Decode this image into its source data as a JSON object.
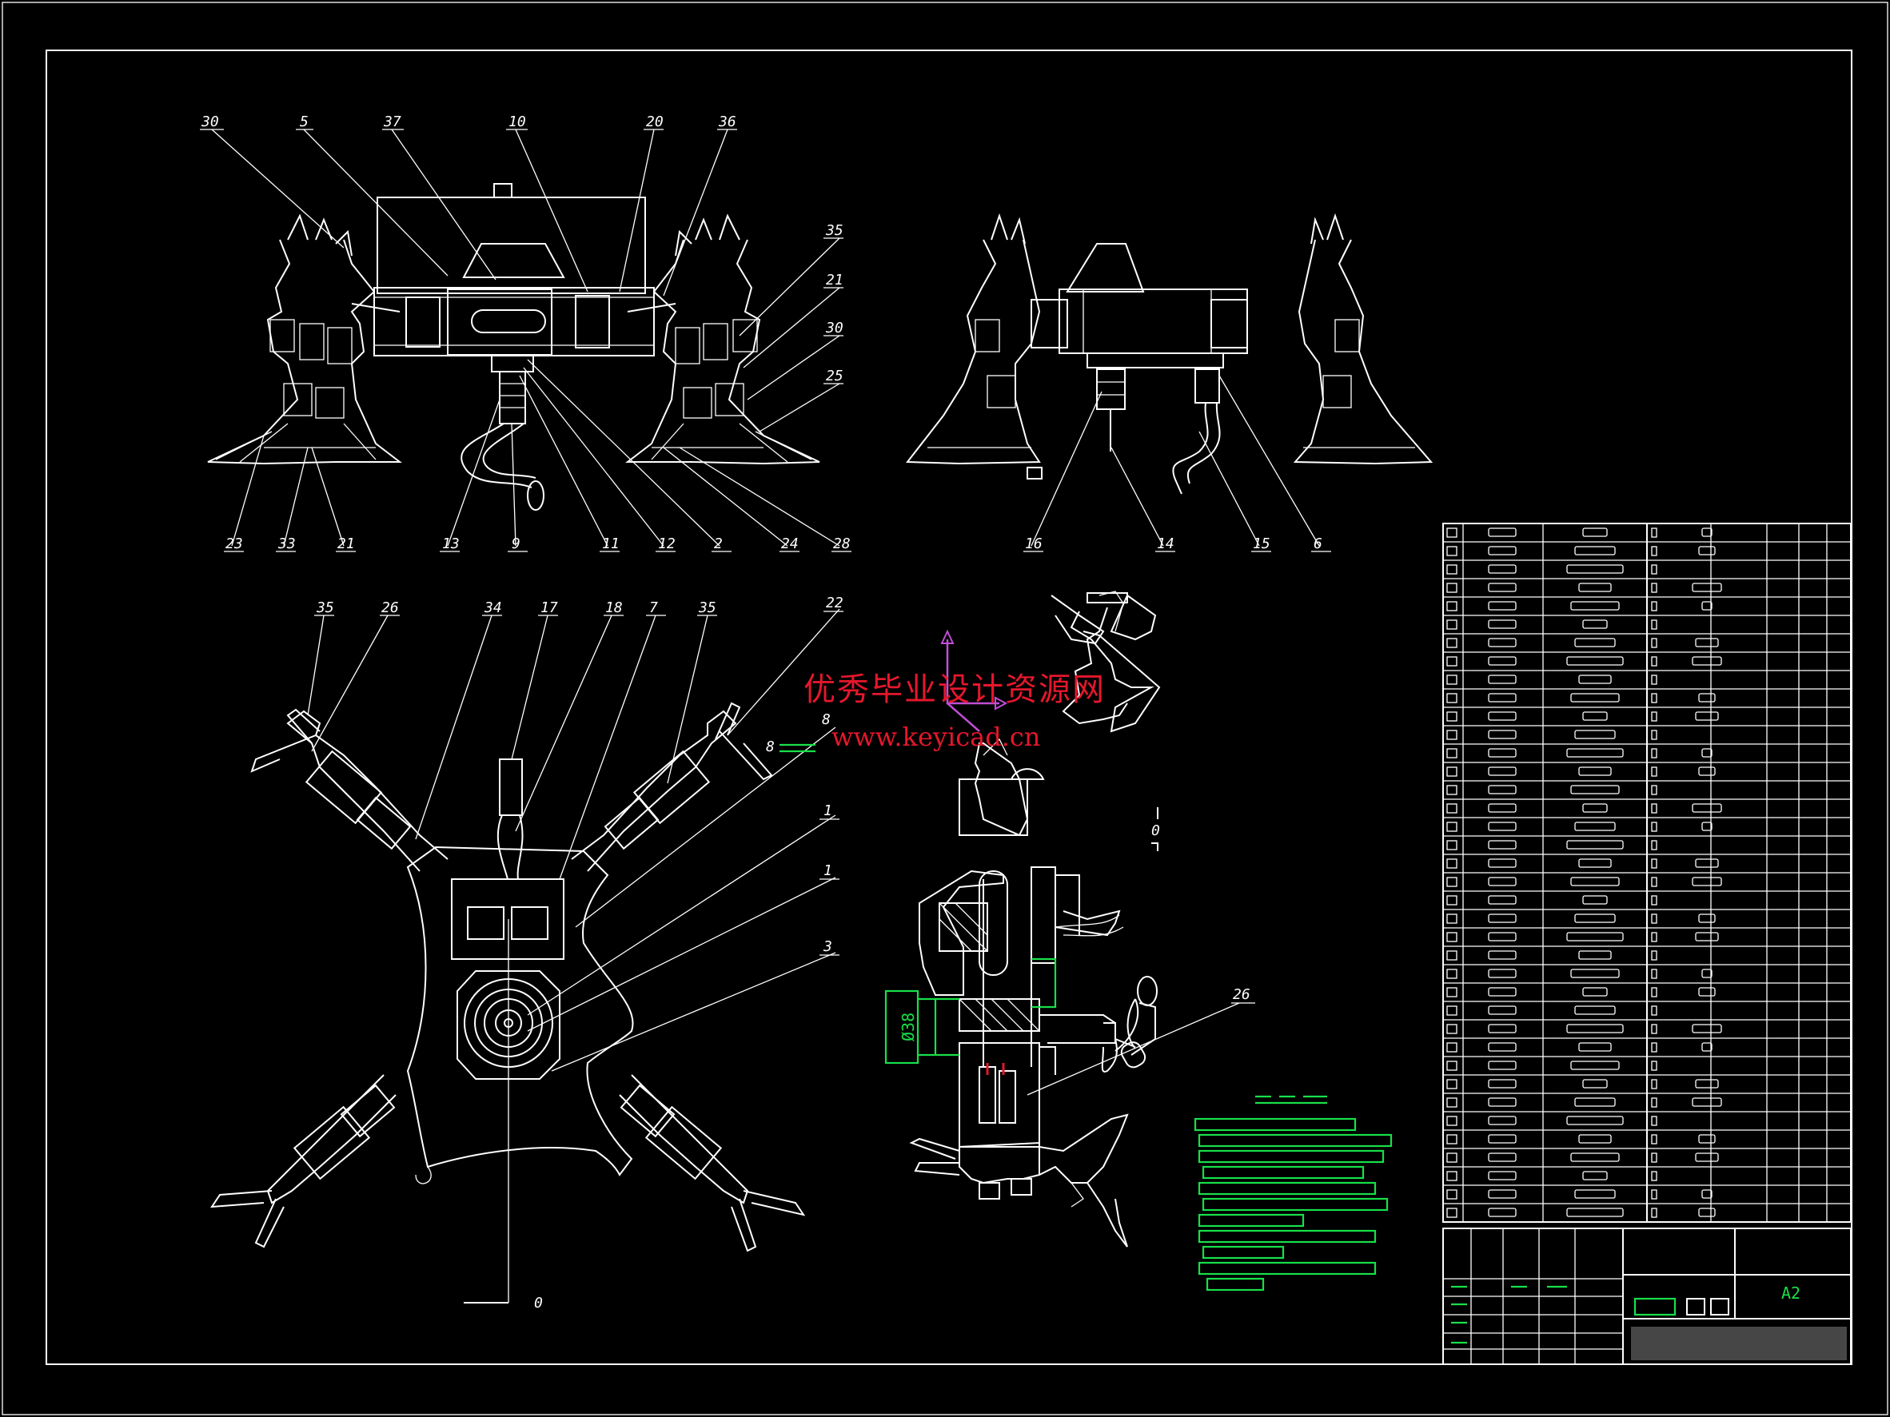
{
  "watermark": {
    "cn": "优秀毕业设计资源网",
    "url": "www.keyicad.cn"
  },
  "colors": {
    "background": "#000000",
    "lines": "#ffffff",
    "annotation": "#18e04a",
    "watermark": "#e5172c"
  },
  "title_block": {
    "scale": "A2"
  },
  "front_view": {
    "callouts_top": [
      "30",
      "5",
      "37",
      "10",
      "20",
      "36"
    ],
    "callouts_right": [
      "35",
      "21",
      "30",
      "25"
    ],
    "callouts_bottom": [
      "23",
      "33",
      "21",
      "13",
      "9",
      "11",
      "12",
      "2",
      "24",
      "28"
    ]
  },
  "side_view": {
    "callouts_bottom": [
      "16",
      "14",
      "15",
      "6"
    ]
  },
  "top_view": {
    "callouts_top": [
      "35",
      "26",
      "34",
      "17",
      "18",
      "7",
      "35",
      "22"
    ],
    "callouts_right": [
      "8",
      "1",
      "1",
      "3"
    ],
    "section_marks": [
      "8",
      "0"
    ]
  },
  "detail_view": {
    "callout": "26",
    "section_mark": "0"
  }
}
